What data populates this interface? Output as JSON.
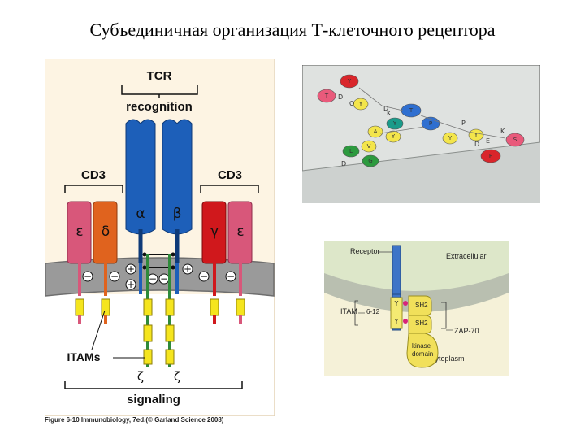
{
  "slide": {
    "title": "Субъединичная организация Т-клеточного рецептора"
  },
  "tcr_figure": {
    "tcr_label": "TCR",
    "recognition_label": "recognition",
    "cd3_left_label": "CD3",
    "cd3_right_label": "CD3",
    "chain_alpha": "α",
    "chain_beta": "β",
    "chain_epsilon_left": "ε",
    "chain_delta": "δ",
    "chain_gamma": "γ",
    "chain_epsilon_right": "ε",
    "zeta_left": "ζ",
    "zeta_right": "ζ",
    "itams_label": "ITAMs",
    "signaling_label": "signaling",
    "plus": "+",
    "minus": "−",
    "caption": "Figure 6-10  Immunobiology, 7ed.(© Garland Science 2008)"
  },
  "sequence_panel": {
    "bead_letters": [
      "Y",
      "T",
      "Y",
      "T",
      "Y",
      "P",
      "A",
      "Y",
      "V",
      "Y",
      "L",
      "G",
      "S",
      "P",
      "Y"
    ],
    "sequence_letters": [
      "D",
      "Q",
      "D",
      "K",
      "P",
      "K",
      "E",
      "D",
      "D"
    ],
    "colors": {
      "red": "#d9262b",
      "pink": "#e95a7b",
      "yellow": "#f3e54b",
      "blue": "#2f6fd0",
      "teal": "#1a9b8a",
      "green": "#2c9a3e",
      "panel_bg": "#dfe2e0"
    }
  },
  "zap_panel": {
    "receptor_label": "Receptor",
    "extracellular_label": "Extracellular",
    "itam_label": "ITAM",
    "spacer_label": "6-12",
    "y_top": "Y",
    "y_bottom": "Y",
    "sh2_top": "SH2",
    "sh2_bottom": "SH2",
    "zap70_label": "ZAP-70",
    "kinase_label_1": "kinase",
    "kinase_label_2": "domain",
    "cytoplasm_label": "Cytoplasm"
  }
}
